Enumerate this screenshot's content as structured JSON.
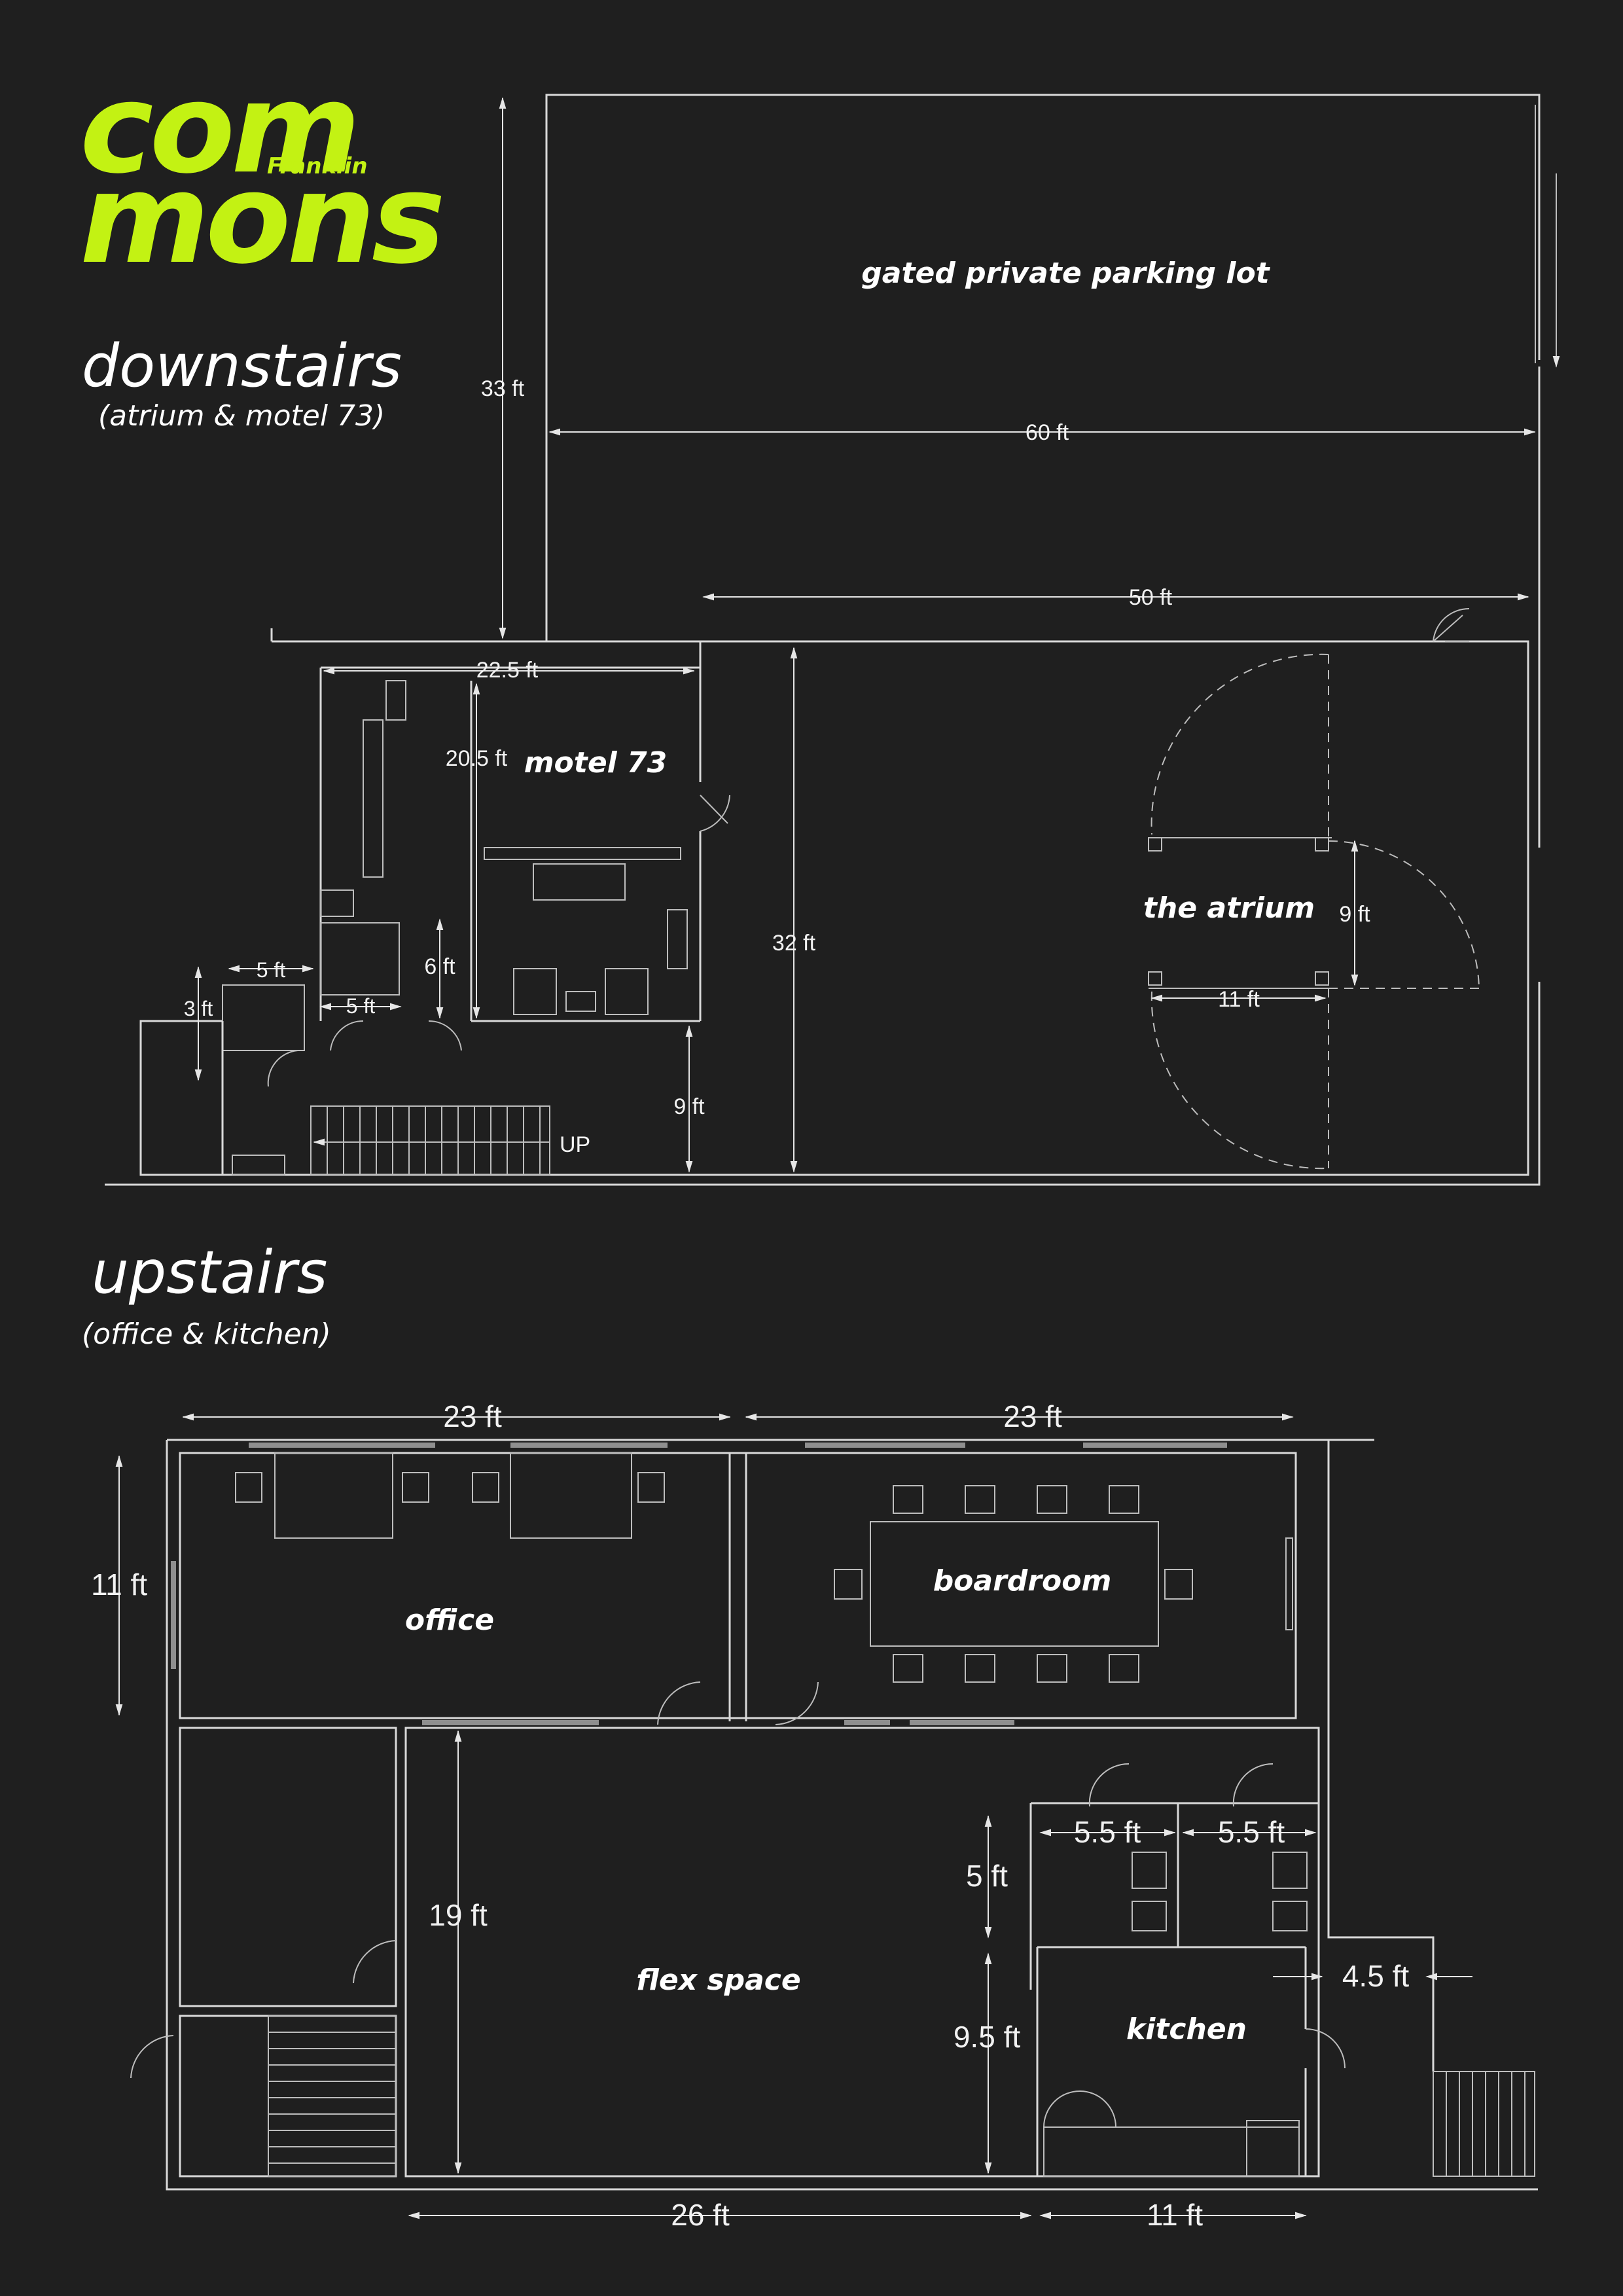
{
  "logo": {
    "line1": "com",
    "line2": "mons",
    "script": "Franklin"
  },
  "downstairs": {
    "title": "downstairs",
    "subtitle": "(atrium & motel 73)",
    "rooms": {
      "parking": "gated private parking lot",
      "motel": "motel 73",
      "atrium": "the atrium"
    },
    "stairs_label": "UP",
    "dims": {
      "parking_height": "33 ft",
      "parking_width": "60 ft",
      "atrium_width": "50 ft",
      "motel_width": "22.5 ft",
      "motel_height": "20.5 ft",
      "building_depth": "32 ft",
      "atrium_inner_height": "9 ft",
      "atrium_inner_width": "11 ft",
      "hall_height": "6 ft",
      "bath_width_a": "5 ft",
      "bath_width_b": "5 ft",
      "bath_height": "3 ft",
      "entry_height": "9 ft"
    }
  },
  "upstairs": {
    "title": "upstairs",
    "subtitle": "(office & kitchen)",
    "rooms": {
      "office": "office",
      "boardroom": "boardroom",
      "flex": "flex space",
      "kitchen": "kitchen"
    },
    "dims": {
      "office_width": "23 ft",
      "boardroom_width": "23 ft",
      "office_height": "11 ft",
      "flex_height": "19 ft",
      "flex_width": "26 ft",
      "kitchen_width": "11 ft",
      "bath_a_width": "5.5 ft",
      "bath_b_width": "5.5 ft",
      "bath_height": "5 ft",
      "kitchen_height": "9.5 ft",
      "hall_width": "4.5 ft"
    }
  },
  "colors": {
    "background": "#1f1f1f",
    "accent": "#c3f213",
    "line": "#d9d9d9",
    "text": "#ffffff"
  }
}
